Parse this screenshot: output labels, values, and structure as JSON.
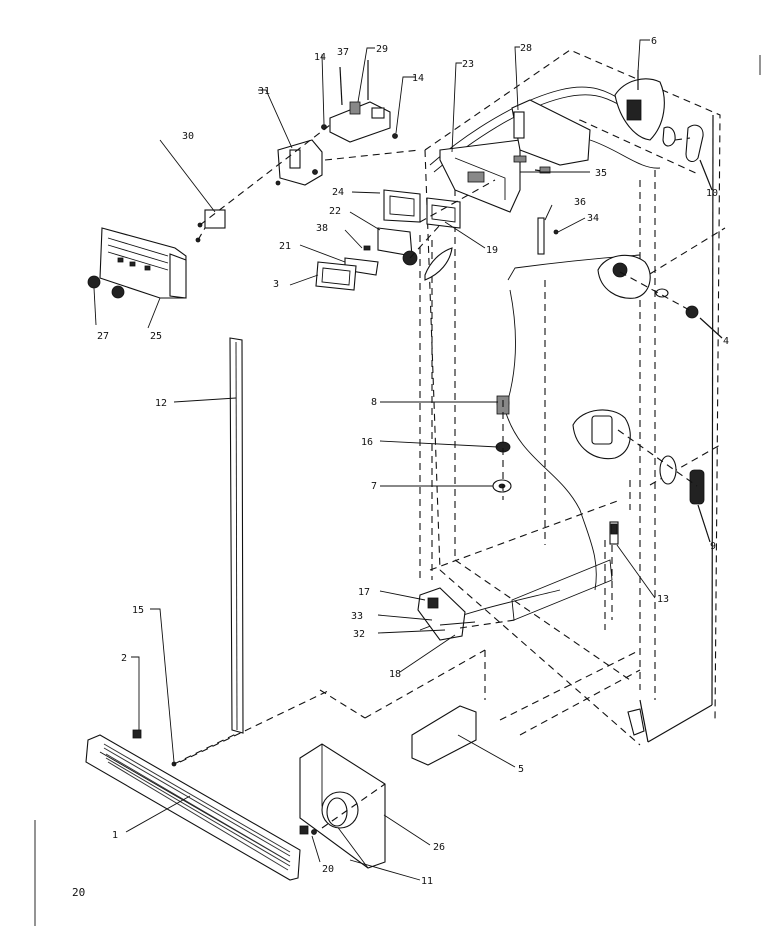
{
  "page_number": "20",
  "callouts": [
    "1",
    "2",
    "3",
    "4",
    "5",
    "6",
    "7",
    "8",
    "9",
    "10",
    "11",
    "12",
    "13",
    "14",
    "14",
    "15",
    "16",
    "17",
    "18",
    "19",
    "20",
    "21",
    "22",
    "23",
    "24",
    "25",
    "26",
    "27",
    "28",
    "29",
    "30",
    "31",
    "32",
    "33",
    "34",
    "35",
    "36",
    "37",
    "38"
  ]
}
